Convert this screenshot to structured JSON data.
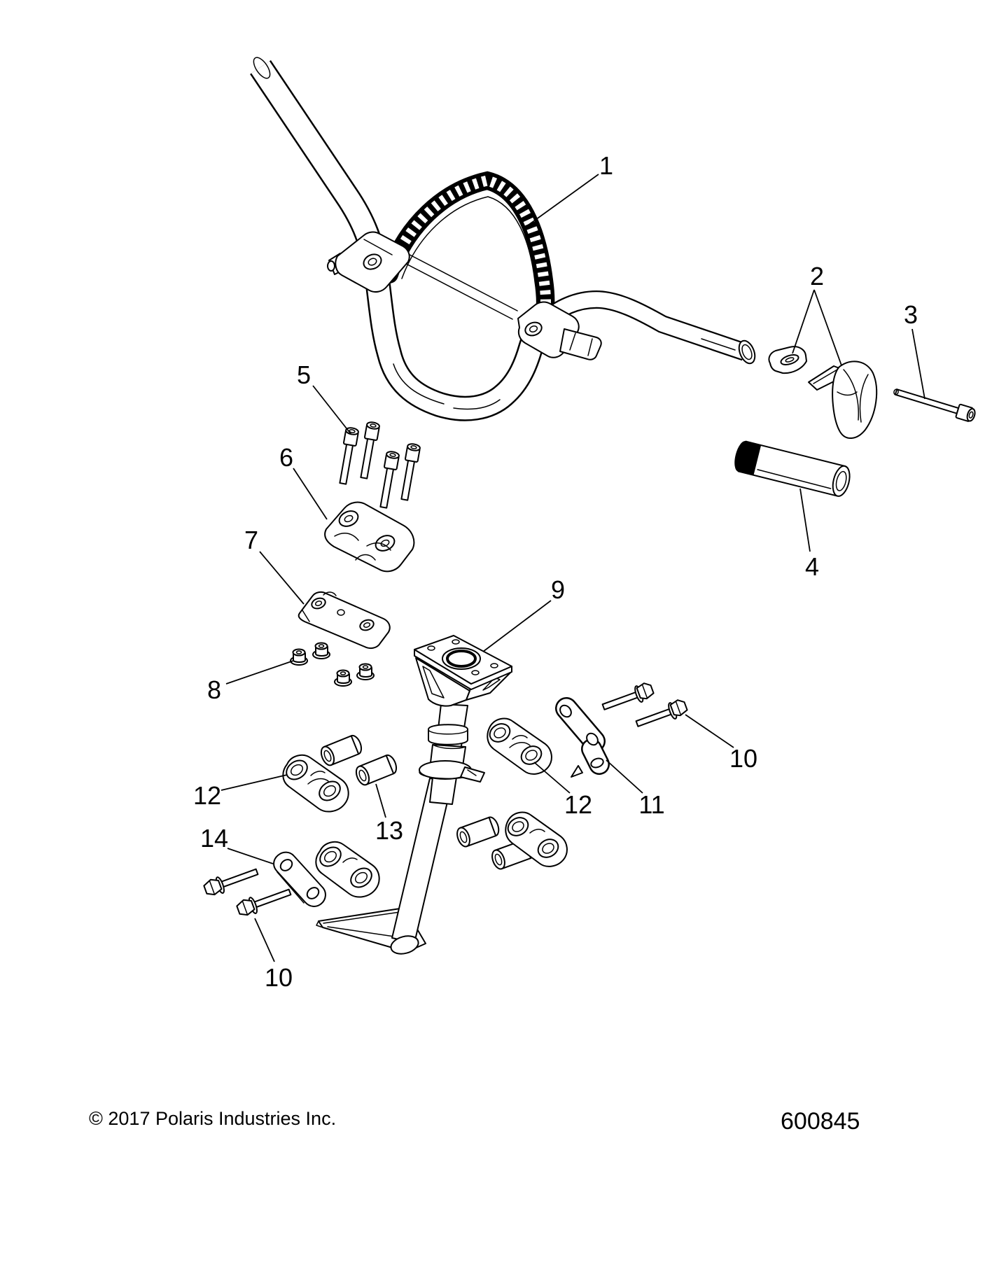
{
  "page": {
    "background_color": "#ffffff",
    "line_color": "#000000"
  },
  "callouts": [
    {
      "label": "1"
    },
    {
      "label": "2"
    },
    {
      "label": "3"
    },
    {
      "label": "4"
    },
    {
      "label": "5"
    },
    {
      "label": "6"
    },
    {
      "label": "7"
    },
    {
      "label": "8"
    },
    {
      "label": "9"
    },
    {
      "label": "10"
    },
    {
      "label": "11"
    },
    {
      "label": "12"
    },
    {
      "label": "13"
    },
    {
      "label": "14"
    },
    {
      "label": "12"
    },
    {
      "label": "10"
    }
  ],
  "footer": {
    "copyright": "© 2017 Polaris Industries Inc.",
    "drawing_number": "600845"
  }
}
